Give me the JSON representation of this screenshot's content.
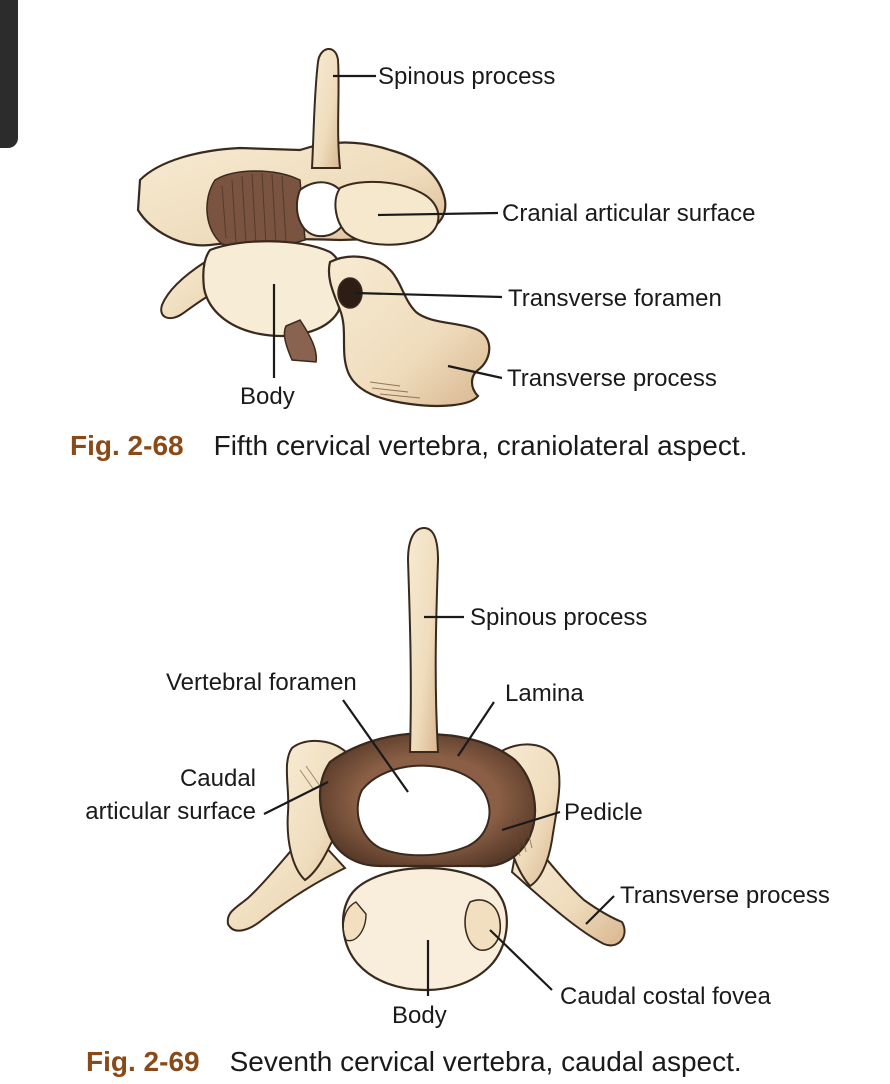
{
  "figure_68": {
    "number": "Fig. 2-68",
    "caption": "Fifth cervical vertebra, craniolateral aspect.",
    "labels": {
      "spinous_process": "Spinous process",
      "cranial_articular_surface": "Cranial articular surface",
      "transverse_foramen": "Transverse foramen",
      "transverse_process": "Transverse process",
      "body": "Body"
    }
  },
  "figure_69": {
    "number": "Fig. 2-69",
    "caption": "Seventh cervical vertebra, caudal aspect.",
    "labels": {
      "spinous_process": "Spinous process",
      "vertebral_foramen": "Vertebral foramen",
      "lamina": "Lamina",
      "caudal_articular_surface_line1": "Caudal",
      "caudal_articular_surface_line2": "articular surface",
      "pedicle": "Pedicle",
      "transverse_process": "Transverse process",
      "caudal_costal_fovea": "Caudal costal fovea",
      "body": "Body"
    }
  },
  "colors": {
    "bone": "#f3e3c6",
    "bone_shadow": "#c9a27a",
    "dark_shade": "#6b4a34",
    "caption_number": "#8a4a17",
    "text": "#1a1a1a"
  }
}
